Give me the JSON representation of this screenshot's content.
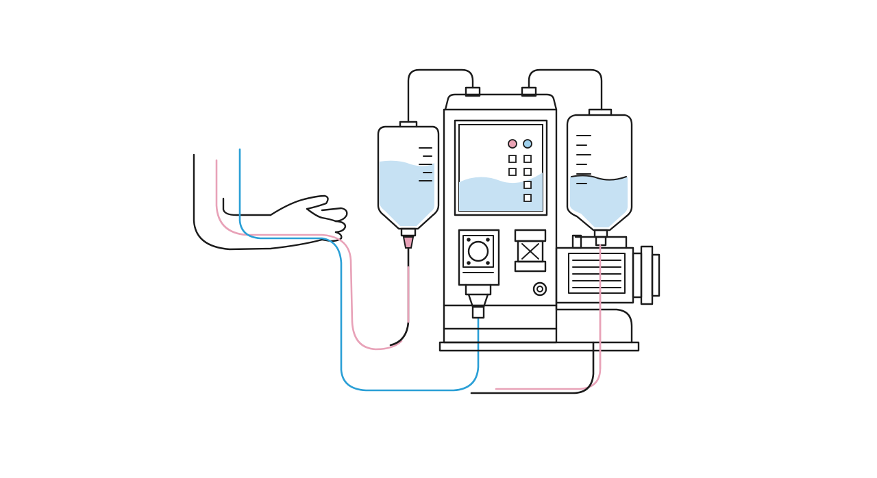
{
  "colors": {
    "outline": "#1b1b1b",
    "fluid": "#c6e1f3",
    "arterial_line": "#e8a2b8",
    "venous_line": "#2a9fd6",
    "indicator_red": "#eaa3b4",
    "indicator_blue": "#9fd0ec",
    "background": "#ffffff"
  },
  "illustration": {
    "subject": "dialysis-machine-with-patient-arm",
    "icons": [
      "hand-icon",
      "iv-bag-icon",
      "monitor-icon",
      "pump-icon",
      "motor-icon",
      "valve-icon"
    ]
  },
  "fluid_levels": {
    "left_bag": 0.62,
    "right_bag": 0.45,
    "monitor": 0.45
  }
}
